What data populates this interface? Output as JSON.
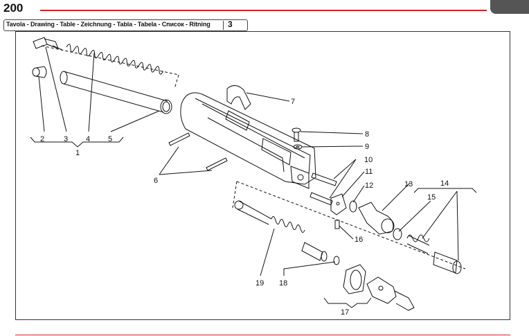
{
  "page": {
    "number": "200"
  },
  "header": {
    "title": "Tavola - Drawing - Table - Zeichnung - Tabla - Tabela - Список - Ritning",
    "table_number": "3"
  },
  "callouts": [
    "1",
    "2",
    "3",
    "4",
    "5",
    "6",
    "7",
    "8",
    "9",
    "10",
    "11",
    "12",
    "13",
    "14",
    "15",
    "16",
    "17",
    "18",
    "19"
  ],
  "colors": {
    "accent": "#d0202c",
    "line": "#111111",
    "tab": "#555555"
  }
}
